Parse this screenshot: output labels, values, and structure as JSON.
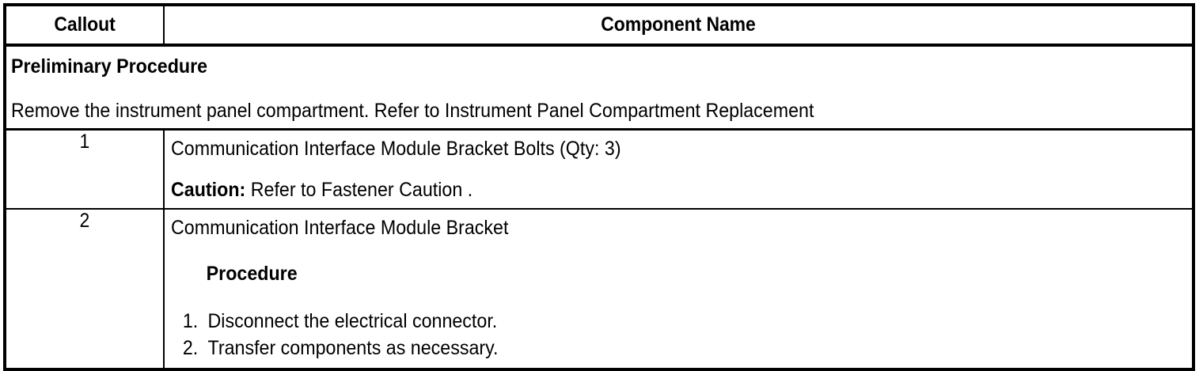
{
  "table": {
    "headers": {
      "callout": "Callout",
      "component_name": "Component Name"
    },
    "preliminary": {
      "title": "Preliminary Procedure",
      "text": "Remove the instrument panel compartment. Refer to Instrument Panel Compartment Replacement"
    },
    "rows": [
      {
        "callout": "1",
        "component": "Communication Interface Module Bracket Bolts (Qty: 3)",
        "caution_label": "Caution:",
        "caution_text": " Refer to Fastener Caution ."
      },
      {
        "callout": "2",
        "component": "Communication Interface Module Bracket",
        "procedure_heading": "Procedure",
        "steps": [
          {
            "num": "1.",
            "text": "Disconnect the electrical connector."
          },
          {
            "num": "2.",
            "text": "Transfer components as necessary."
          }
        ]
      }
    ]
  },
  "colors": {
    "border": "#000000",
    "background": "#ffffff",
    "text": "#000000"
  }
}
